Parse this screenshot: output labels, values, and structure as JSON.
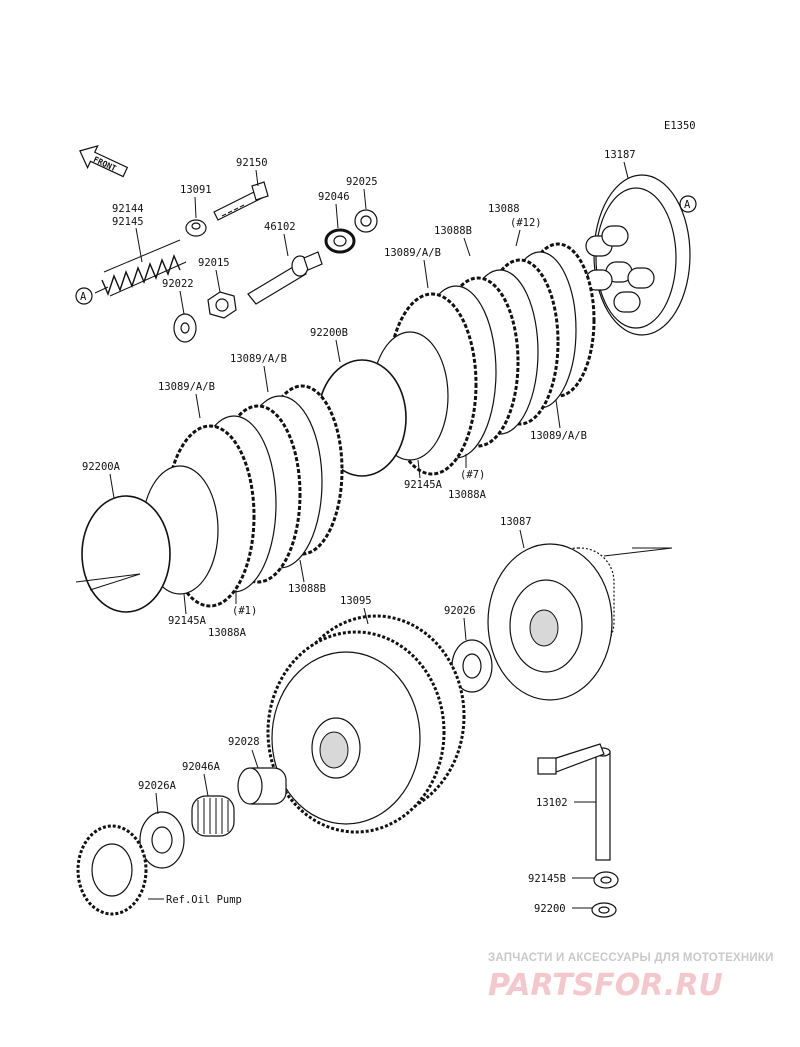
{
  "diagram_code": "E1350",
  "front_label": "FRONT",
  "ref_label": "A",
  "parts": {
    "p13187": "13187",
    "p13088_top": "13088",
    "p12_note": "(#12)",
    "p13088B_top": "13088B",
    "p13089_top": "13089/A/B",
    "p13089_right": "13089/A/B",
    "p92145A_mid": "92145A",
    "p7_note": "(#7)",
    "p13088A_mid": "13088A",
    "p92200B": "92200B",
    "p13089_left1": "13089/A/B",
    "p13089_left2": "13089/A/B",
    "p92200A": "92200A",
    "p92145A_low": "92145A",
    "p1_note": "(#1)",
    "p13088A_low": "13088A",
    "p13088B_low": "13088B",
    "p92150": "92150",
    "p13091": "13091",
    "p92046_top": "92046",
    "p92025": "92025",
    "p46102": "46102",
    "p92144": "92144",
    "p92145": "92145",
    "p92015": "92015",
    "p92022": "92022",
    "p13087": "13087",
    "p13095": "13095",
    "p92026": "92026",
    "p92028": "92028",
    "p92046A": "92046A",
    "p92026A": "92026A",
    "p13102": "13102",
    "p92145B": "92145B",
    "p92200": "92200",
    "ref_oil_pump": "Ref.Oil Pump"
  },
  "watermark": {
    "tagline": "ЗАПЧАСТИ И АКСЕССУАРЫ ДЛЯ МОТОТЕХНИКИ",
    "brand": "PARTSFOR.RU"
  },
  "colors": {
    "line": "#111111",
    "watermark": "#e85a6a",
    "background": "#ffffff"
  }
}
